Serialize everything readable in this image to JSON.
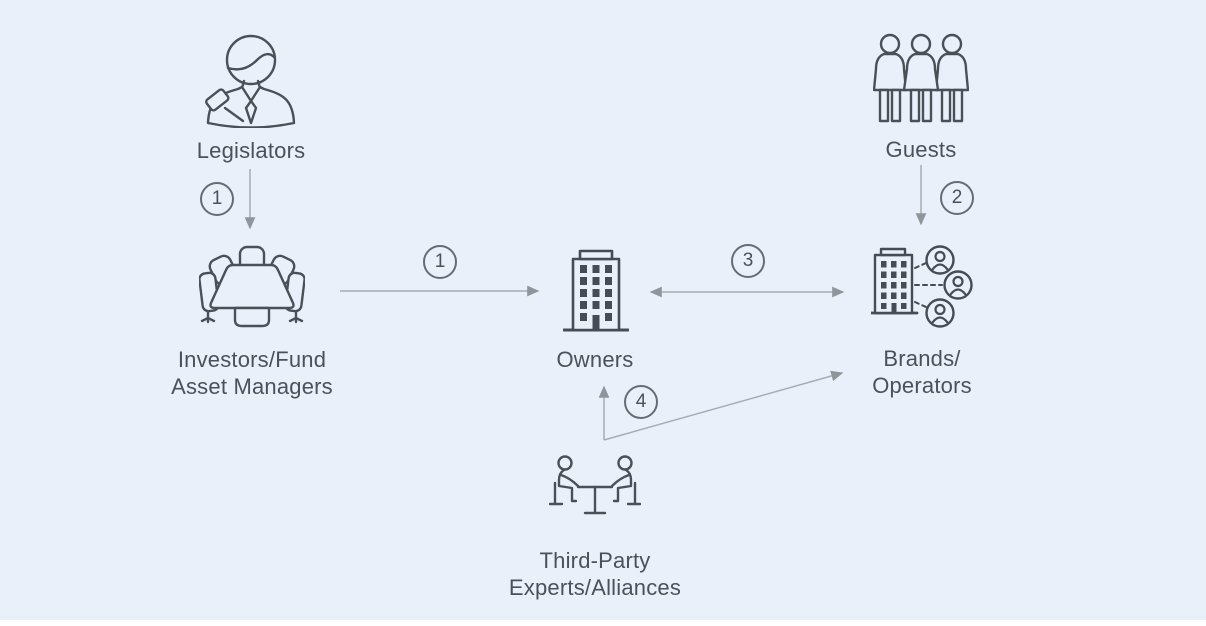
{
  "diagram": {
    "background_color": "#e9f0fa",
    "icon_stroke_color": "#4a5056",
    "text_color": "#4a5158",
    "arrow_color": "#a7acb2"
  },
  "nodes": {
    "legislators": {
      "label": "Legislators",
      "icon": "legislator-person-with-gavel-icon"
    },
    "guests": {
      "label": "Guests",
      "icon": "three-guests-icon"
    },
    "investors": {
      "lines": [
        "Investors/Fund",
        "Asset Managers"
      ],
      "icon": "boardroom-table-icon"
    },
    "owners": {
      "label": "Owners",
      "icon": "office-building-icon"
    },
    "brands": {
      "lines": [
        "Brands/",
        "Operators"
      ],
      "icon": "building-people-network-icon"
    },
    "experts": {
      "lines": [
        "Third-Party",
        "Experts/Alliances"
      ],
      "icon": "two-people-meeting-table-icon"
    }
  },
  "badges": {
    "legislators_to_investors": "1",
    "investors_to_owners": "1",
    "guests_to_brands": "2",
    "owners_brands_bidirectional": "3",
    "experts_to_owners_brands": "4"
  }
}
